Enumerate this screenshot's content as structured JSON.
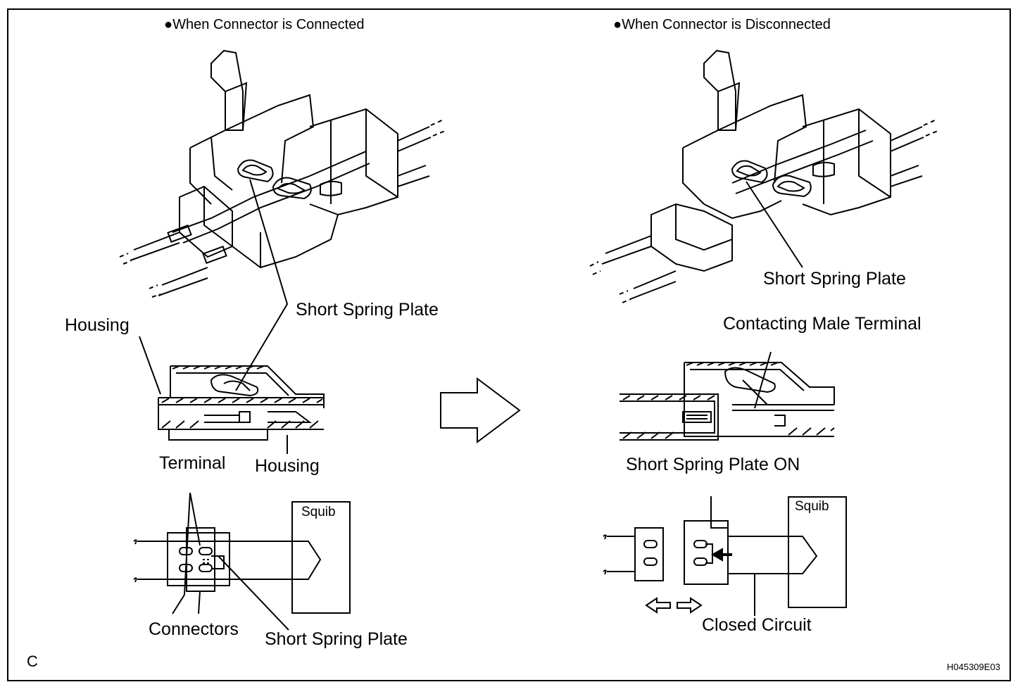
{
  "headers": {
    "left": "●When Connector is Connected",
    "right": "●When Connector is Disconnected"
  },
  "labels": {
    "housing_top": "Housing",
    "short_spring_plate_left": "Short Spring Plate",
    "terminal": "Terminal",
    "housing_bottom": "Housing",
    "squib_left": "Squib",
    "connectors": "Connectors",
    "short_spring_plate_bottom": "Short Spring Plate",
    "short_spring_plate_right": "Short Spring Plate",
    "contacting_male_terminal": "Contacting Male Terminal",
    "short_spring_plate_on": "Short Spring Plate ON",
    "squib_right": "Squib",
    "closed_circuit": "Closed Circuit"
  },
  "corner": {
    "letter": "C",
    "code": "H045309E03"
  }
}
